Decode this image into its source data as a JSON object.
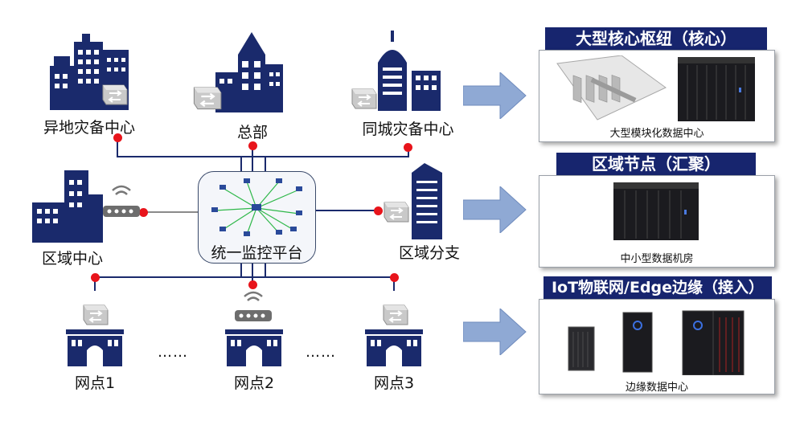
{
  "nodes": {
    "remote_dr": "异地灾备中心",
    "hq": "总部",
    "same_city_dr": "同城灾备中心",
    "regional_center": "区域中心",
    "platform": "统一监控平台",
    "regional_branch": "区域分支",
    "outlet1": "网点1",
    "outlet2": "网点2",
    "outlet3": "网点3",
    "ellipsis": "……"
  },
  "panels": [
    {
      "title": "大型核心枢纽（核心）",
      "caption": "大型模块化数据中心"
    },
    {
      "title": "区域节点（汇聚）",
      "caption": "中小型数据机房"
    },
    {
      "title": "IoT物联网/Edge边缘（接入）",
      "caption": "边缘数据中心"
    }
  ],
  "colors": {
    "building": "#1a2a6c",
    "line": "#1a2a6c",
    "dot": "#e8141b",
    "arrow": "#8fa9d4",
    "panel_header": "#17256e"
  },
  "icons": {
    "building": "office-building-icon",
    "switch": "network-switch-icon",
    "router": "wifi-router-icon",
    "outlet": "branch-bank-icon",
    "rack": "server-rack-icon"
  }
}
